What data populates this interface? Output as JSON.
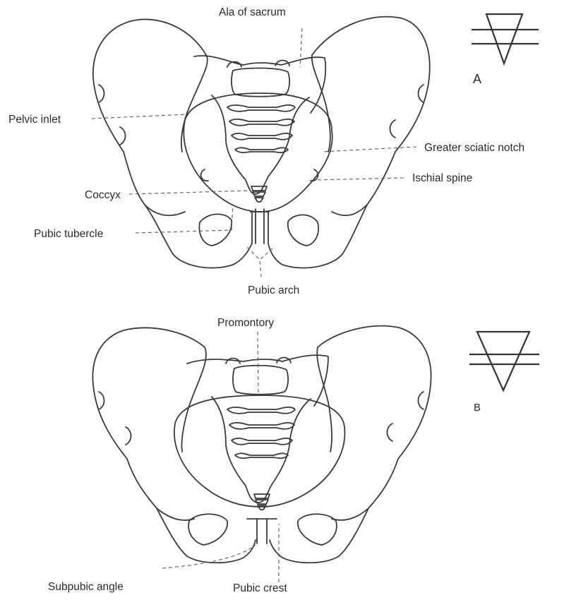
{
  "figure_a": {
    "panel_letter": "A",
    "labels": {
      "ala_of_sacrum": "Ala of sacrum",
      "pelvic_inlet": "Pelvic inlet",
      "greater_sciatic_notch": "Greater sciatic notch",
      "ischial_spine": "Ischial spine",
      "coccyx": "Coccyx",
      "pubic_tubercle": "Pubic tubercle",
      "pubic_arch": "Pubic arch"
    }
  },
  "figure_b": {
    "panel_letter": "B",
    "labels": {
      "promontory": "Promontory",
      "subpubic_angle": "Subpubic angle",
      "pubic_crest": "Pubic crest"
    }
  }
}
